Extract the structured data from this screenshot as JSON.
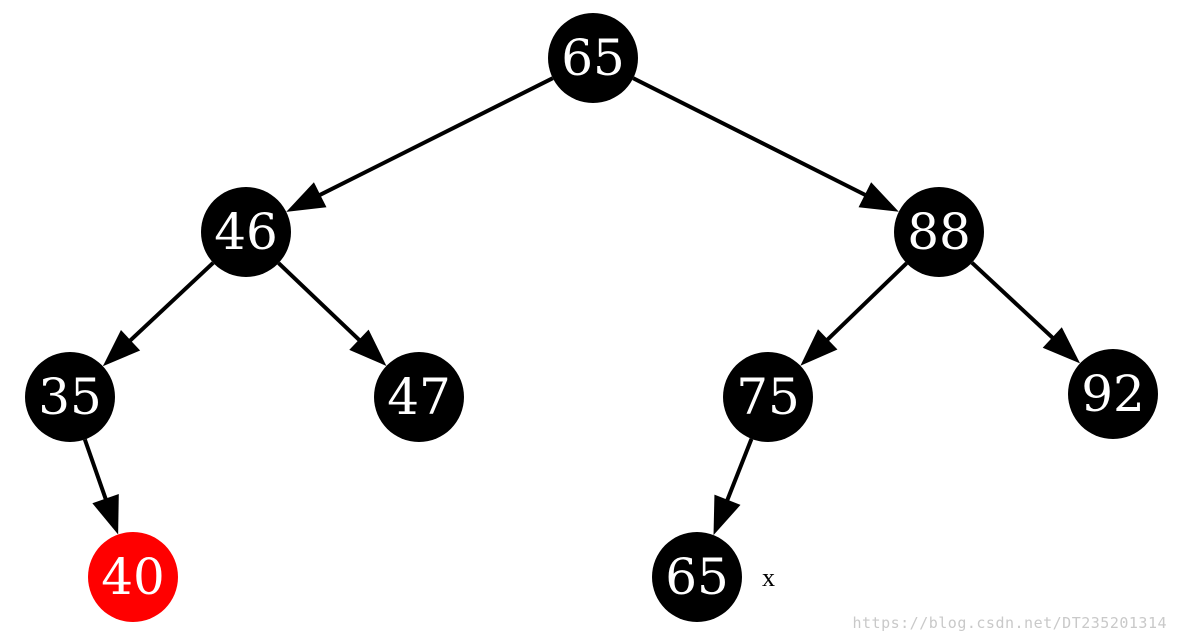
{
  "tree": {
    "colors": {
      "black_node": "#000000",
      "red_node": "#ff0000",
      "edge": "#000000",
      "label": "#ffffff"
    },
    "nodes": [
      {
        "id": "n65a",
        "value": "65",
        "color": "black"
      },
      {
        "id": "n46",
        "value": "46",
        "color": "black"
      },
      {
        "id": "n88",
        "value": "88",
        "color": "black"
      },
      {
        "id": "n35",
        "value": "35",
        "color": "black"
      },
      {
        "id": "n47",
        "value": "47",
        "color": "black"
      },
      {
        "id": "n75",
        "value": "75",
        "color": "black"
      },
      {
        "id": "n92",
        "value": "92",
        "color": "black"
      },
      {
        "id": "n40",
        "value": "40",
        "color": "red"
      },
      {
        "id": "n65b",
        "value": "65",
        "color": "black"
      }
    ],
    "edges": [
      {
        "from": "n65a",
        "to": "n46"
      },
      {
        "from": "n65a",
        "to": "n88"
      },
      {
        "from": "n46",
        "to": "n35"
      },
      {
        "from": "n46",
        "to": "n47"
      },
      {
        "from": "n88",
        "to": "n75"
      },
      {
        "from": "n88",
        "to": "n92"
      },
      {
        "from": "n35",
        "to": "n40"
      },
      {
        "from": "n75",
        "to": "n65b"
      }
    ],
    "marker_label": "x"
  },
  "watermark": "https://blog.csdn.net/DT235201314"
}
